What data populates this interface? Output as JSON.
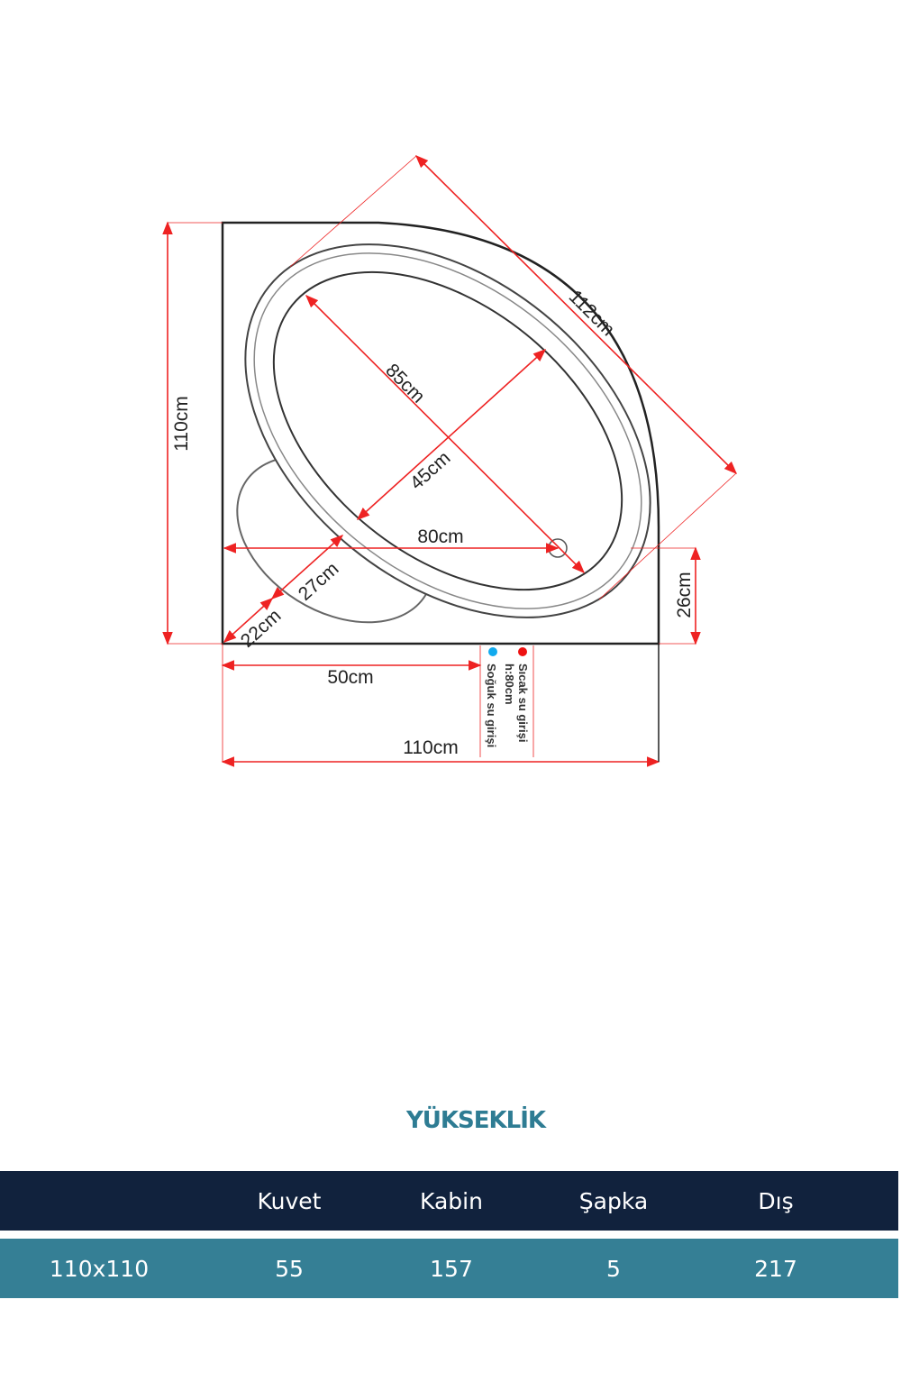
{
  "diagram": {
    "dimensions": {
      "height_left": "110cm",
      "diagonal": "112cm",
      "inner_length": "85cm",
      "inner_width": "45cm",
      "drain_distance": "80cm",
      "seat_27": "27cm",
      "seat_22": "22cm",
      "right_height": "26cm",
      "bottom_50": "50cm",
      "bottom_width": "110cm"
    },
    "legend": {
      "hot": "Sıcak su girişi",
      "height": "h:80cm",
      "cold": "Soğuk su girişi"
    },
    "colors": {
      "dimension": "#ee2222",
      "hot": "#ee1111",
      "cold": "#11aaee",
      "outline": "#222222"
    }
  },
  "height_table": {
    "title": "YÜKSEKLİK",
    "headers": [
      "",
      "Kuvet",
      "Kabin",
      "Şapka",
      "Dış"
    ],
    "rows": [
      [
        "110x110",
        "55",
        "157",
        "5",
        "217"
      ]
    ]
  }
}
